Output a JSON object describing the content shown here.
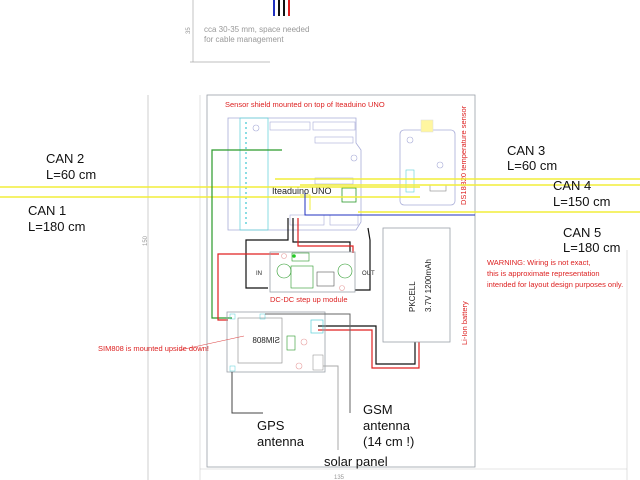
{
  "cable_note": {
    "dimension": "35",
    "line1": "cca 30-35 mm, space needed",
    "line2": "for cable management"
  },
  "enclosure": {
    "height_dim": "150",
    "width_dim": "135"
  },
  "shield": {
    "title": "Sensor shield mounted on top of Iteaduino UNO",
    "board_label": "Iteaduino UNO"
  },
  "sensor": {
    "label": "DS18B20 temperature sensor"
  },
  "cans": [
    {
      "name": "CAN 1",
      "length": "L=180 cm"
    },
    {
      "name": "CAN 2",
      "length": "L=60 cm"
    },
    {
      "name": "CAN 3",
      "length": "L=60 cm"
    },
    {
      "name": "CAN 4",
      "length": "L=150 cm"
    },
    {
      "name": "CAN 5",
      "length": "L=180 cm"
    }
  ],
  "dcdc": {
    "title": "DC-DC step up module",
    "in": "IN",
    "out": "OUT"
  },
  "battery": {
    "brand": "PKCELL",
    "spec": "3.7V 1200mAh",
    "type": "Li-Ion battery"
  },
  "gsm_module": {
    "chip": "SIM808",
    "note": "SIM808 is mounted upside down!"
  },
  "warning": {
    "line1": "WARNING: Wiring is not exact,",
    "line2": "this is approximate representation",
    "line3": "intended for layout design purposes only."
  },
  "antennas": {
    "gps1": "GPS",
    "gps2": "antenna",
    "gsm1": "GSM",
    "gsm2": "antenna",
    "gsm3": "(14 cm !)",
    "solar": "solar panel"
  },
  "colors": {
    "can": "#f2ee3a",
    "power": "#e02020",
    "ground": "#111111",
    "signal": "#2a9a2a",
    "data": "#2030c0",
    "outline": "#9aa0a8",
    "pcb": "#a8acd8",
    "cyan": "#5ad0d8"
  }
}
